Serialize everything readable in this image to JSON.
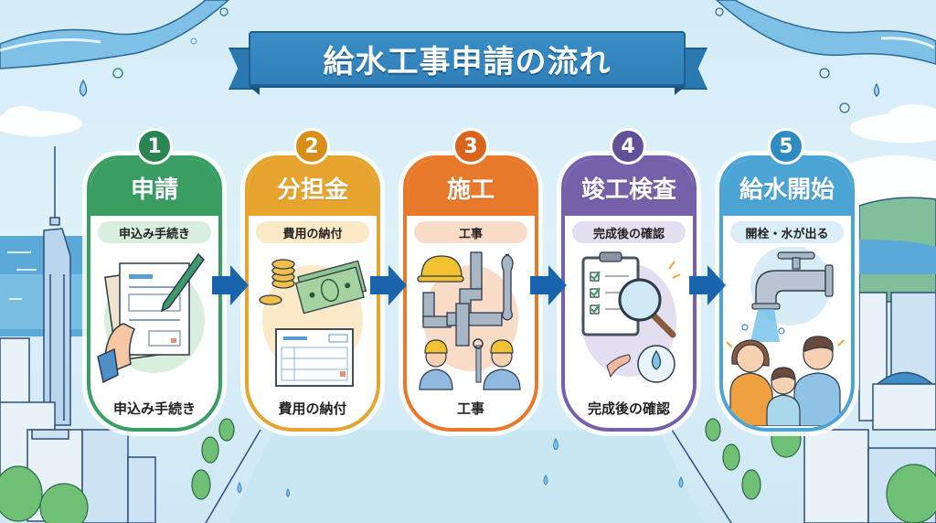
{
  "title": "給水工事申請の流れ",
  "colors": {
    "background": "#d8eef8",
    "banner": "#3385c0",
    "arrow": "#1a63ad"
  },
  "steps": [
    {
      "number": "1",
      "title": "申請",
      "pill": "申込み手続き",
      "caption": "申込み手続き",
      "icon": "application-form-pen-icon",
      "color": "#3a9e63",
      "badge_color": "#2a8552",
      "pill_color": "#d9eedd"
    },
    {
      "number": "2",
      "title": "分担金",
      "pill": "費用の納付",
      "caption": "費用の納付",
      "icon": "money-payment-slip-icon",
      "color": "#e6a42e",
      "badge_color": "#d88f1a",
      "pill_color": "#fbe9c7"
    },
    {
      "number": "3",
      "title": "施工",
      "pill": "工事",
      "caption": "工事",
      "icon": "pipes-workers-wrench-icon",
      "color": "#e8792b",
      "badge_color": "#d8651b",
      "pill_color": "#f8dcc8"
    },
    {
      "number": "4",
      "title": "竣工検査",
      "pill": "完成後の確認",
      "caption": "完成後の確認",
      "icon": "checklist-magnifier-water-icon",
      "color": "#7461aa",
      "badge_color": "#614f98",
      "pill_color": "#e3def0"
    },
    {
      "number": "5",
      "title": "給水開始",
      "pill": "開栓・水が出る",
      "caption": "",
      "icon": "faucet-happy-family-icon",
      "color": "#4ca4d4",
      "badge_color": "#2f8cc0",
      "pill_color": "#dbeef8"
    }
  ],
  "arrows": [
    "arrow-right-icon",
    "arrow-right-icon",
    "arrow-right-icon",
    "arrow-right-icon"
  ]
}
